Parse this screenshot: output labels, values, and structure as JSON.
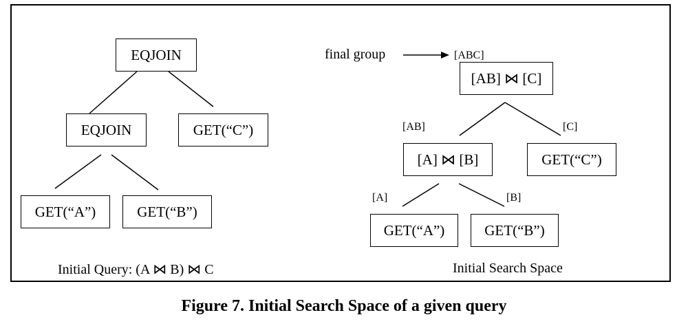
{
  "left_tree": {
    "root": "EQJOIN",
    "mid_join": "EQJOIN",
    "get_c": "GET(“C”)",
    "get_a": "GET(“A”)",
    "get_b": "GET(“B”)",
    "caption": "Initial Query: (A ⋈ B) ⋈ C"
  },
  "right_tree": {
    "final_group_label": "final group",
    "abc_label": "[ABC]",
    "root": "[AB] ⋈ [C]",
    "ab_label": "[AB]",
    "c_label": "[C]",
    "mid_join": "[A] ⋈ [B]",
    "get_c": "GET(“C”)",
    "a_label": "[A]",
    "b_label": "[B]",
    "get_a": "GET(“A”)",
    "get_b": "GET(“B”)",
    "caption": "Initial Search Space"
  },
  "figure_caption": "Figure 7. Initial Search Space of a given query"
}
